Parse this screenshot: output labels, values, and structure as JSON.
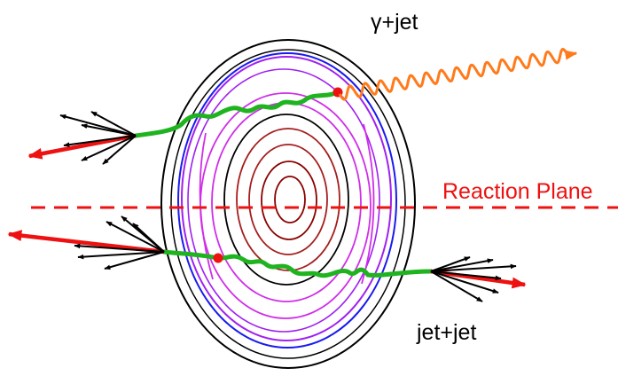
{
  "labels": {
    "gamma_jet": "γ+jet",
    "reaction_plane": "Reaction Plane",
    "jet_jet": "jet+jet"
  },
  "colors": {
    "outer_ring": "#000000",
    "blue_ring": "#1a1aee",
    "purple_ring": "#a020f0",
    "magenta_ring": "#d02ee8",
    "dark_red_ring": "#8b0000",
    "brown_red_ring": "#a51e1e",
    "parton_path": "#1fb41f",
    "vertex": "#ee1111",
    "photon": "#ff7a1a",
    "leading_arrow": "#ee1111",
    "hadron_arrow": "#000000",
    "reaction_plane": "#ee1111",
    "text": "#000000"
  }
}
